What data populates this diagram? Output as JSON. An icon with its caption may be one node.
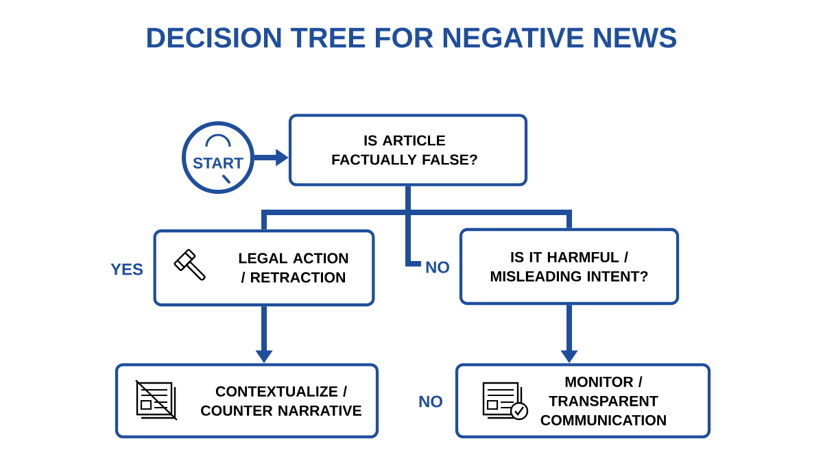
{
  "diagram": {
    "title": "DECISION TREE FOR NEGATIVE NEWS",
    "nodes": [
      {
        "text": [
          "START"
        ]
      },
      {
        "text": [
          "IS ARTICLE FACTUALLY FALSE?"
        ]
      },
      {
        "text": [
          "LEGAL ACTION / RETRACTION"
        ]
      },
      {
        "text": [
          "IS IT HARMFUL / MISLEADING INTENT?"
        ]
      },
      {
        "text": [
          "CONTEXTUALIZE / COUNTER NARRATIVE"
        ]
      },
      {
        "text": [
          "MONITOR / TRANSPARENT COMMUNICATION"
        ]
      }
    ],
    "edges": [
      {
        "from": 0,
        "to": 1,
        "arrow": "to"
      },
      {
        "from": 1,
        "to": 2,
        "arrow": "none"
      },
      {
        "from": 1,
        "to": 3,
        "arrow": "none",
        "label": "NO"
      },
      {
        "from": 2,
        "to": 4,
        "arrow": "to"
      },
      {
        "from": 3,
        "to": 5,
        "arrow": "to"
      }
    ],
    "labels": [
      "YES",
      "NO"
    ]
  }
}
